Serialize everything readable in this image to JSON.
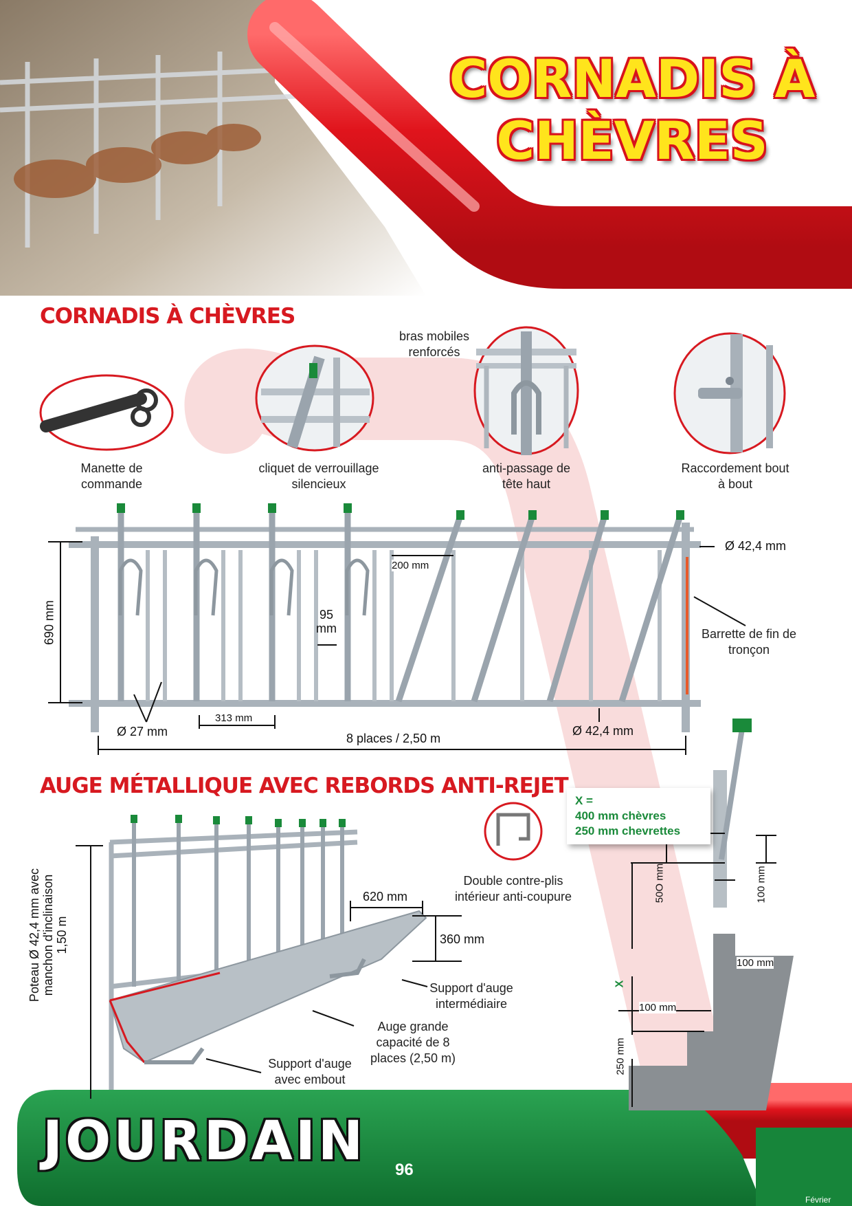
{
  "colors": {
    "accent_red": "#d71920",
    "title_yellow": "#ffe41c",
    "footer_green": "#17853a",
    "box_text_green": "#1a8a3a"
  },
  "header": {
    "title_line1": "CORNADIS À",
    "title_line2": "CHÈVRES"
  },
  "section1": {
    "title": "CORNADIS À CHÈVRES",
    "details": [
      {
        "caption": "Manette de commande",
        "icon": "handle-lever-icon"
      },
      {
        "caption": "cliquet  de  verrouillage silencieux",
        "icon": "locking-latch-icon"
      },
      {
        "caption": "anti-passage de tête haut",
        "icon": "head-barrier-icon"
      },
      {
        "caption": "Raccordement bout à bout",
        "icon": "end-connection-icon"
      }
    ],
    "top_note": "bras mobiles renforcés",
    "dims": {
      "height": "690 mm",
      "top_tube": "Ø 42,4 mm",
      "spacing": "200 mm",
      "gap_line1": "95",
      "gap_line2": "mm",
      "end_bar": "Barrette de fin de tronçon",
      "bar_dia": "Ø 27 mm",
      "pitch": "313 mm",
      "bottom_tube": "Ø 42,4 mm",
      "length": "8 places / 2,50 m"
    }
  },
  "section2": {
    "title": "AUGE MÉTALLIQUE AVEC REBORDS ANTI-REJET",
    "post_label_line1": "Poteau Ø 42,4 mm avec",
    "post_label_line2": "manchon d'inclinaison",
    "post_label_line3": "1,50 m",
    "width": "620 mm",
    "depth": "360 mm",
    "fold_caption": "Double contre-plis intérieur anti-coupure",
    "support_mid": "Support d'auge intermédiaire",
    "trough": "Auge grande capacité de 8 places (2,50 m)",
    "support_end": "Support d'auge avec embout"
  },
  "install": {
    "box_line1": "X =",
    "box_line2": "400 mm chèvres",
    "box_line3": "250 mm chevrettes",
    "d500": "50O mm",
    "d100_vert": "100 mm",
    "d100_h1": "100 mm",
    "d100_h2": "100 mm",
    "x_label": "X",
    "d250": "250 mm"
  },
  "footer": {
    "brand": "JOURDAIN",
    "page": "96",
    "month": "Février"
  }
}
